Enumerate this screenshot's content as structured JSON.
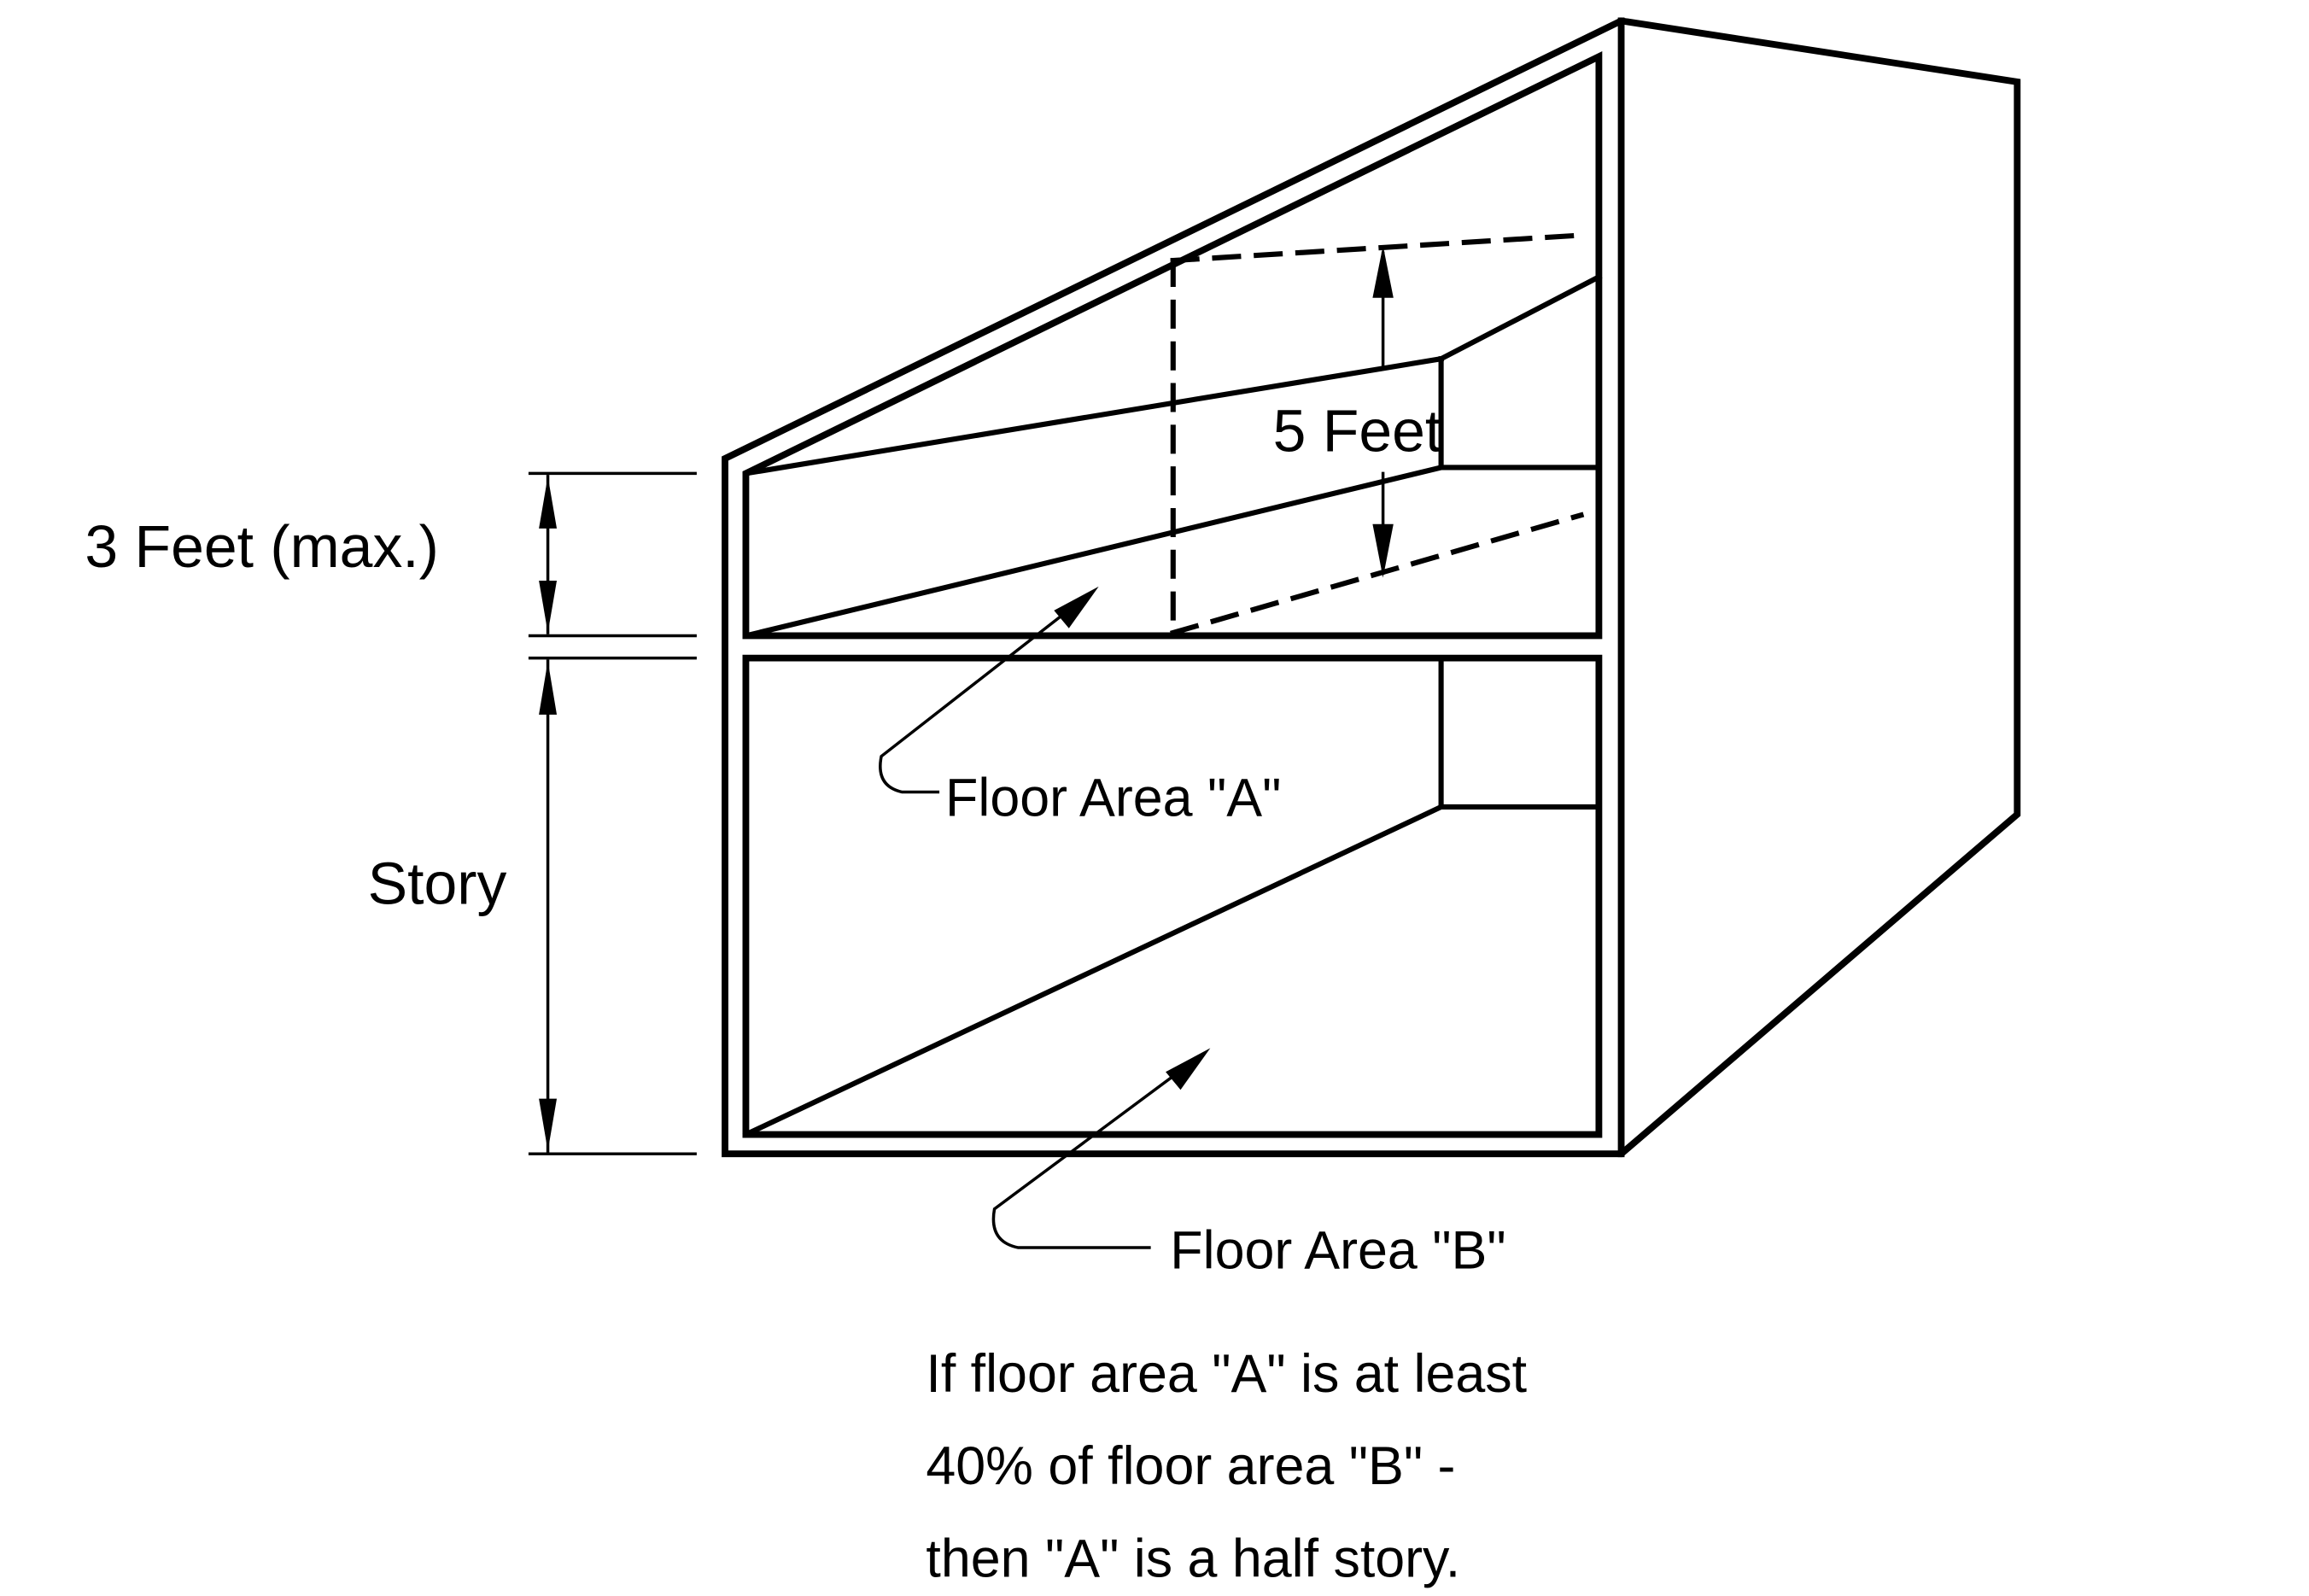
{
  "diagram": {
    "title": "Half story determination",
    "labels": {
      "three_feet": "3 Feet (max.)",
      "five_feet": "5 Feet",
      "story": "Story",
      "floor_area_a": "Floor Area \"A\"",
      "floor_area_b": "Floor Area \"B\""
    },
    "note": [
      "If floor area \"A\" is at least",
      "40% of floor area \"B\" -",
      "then \"A\" is a half story."
    ],
    "colors": {
      "line": "#000000",
      "background": "#ffffff"
    }
  }
}
